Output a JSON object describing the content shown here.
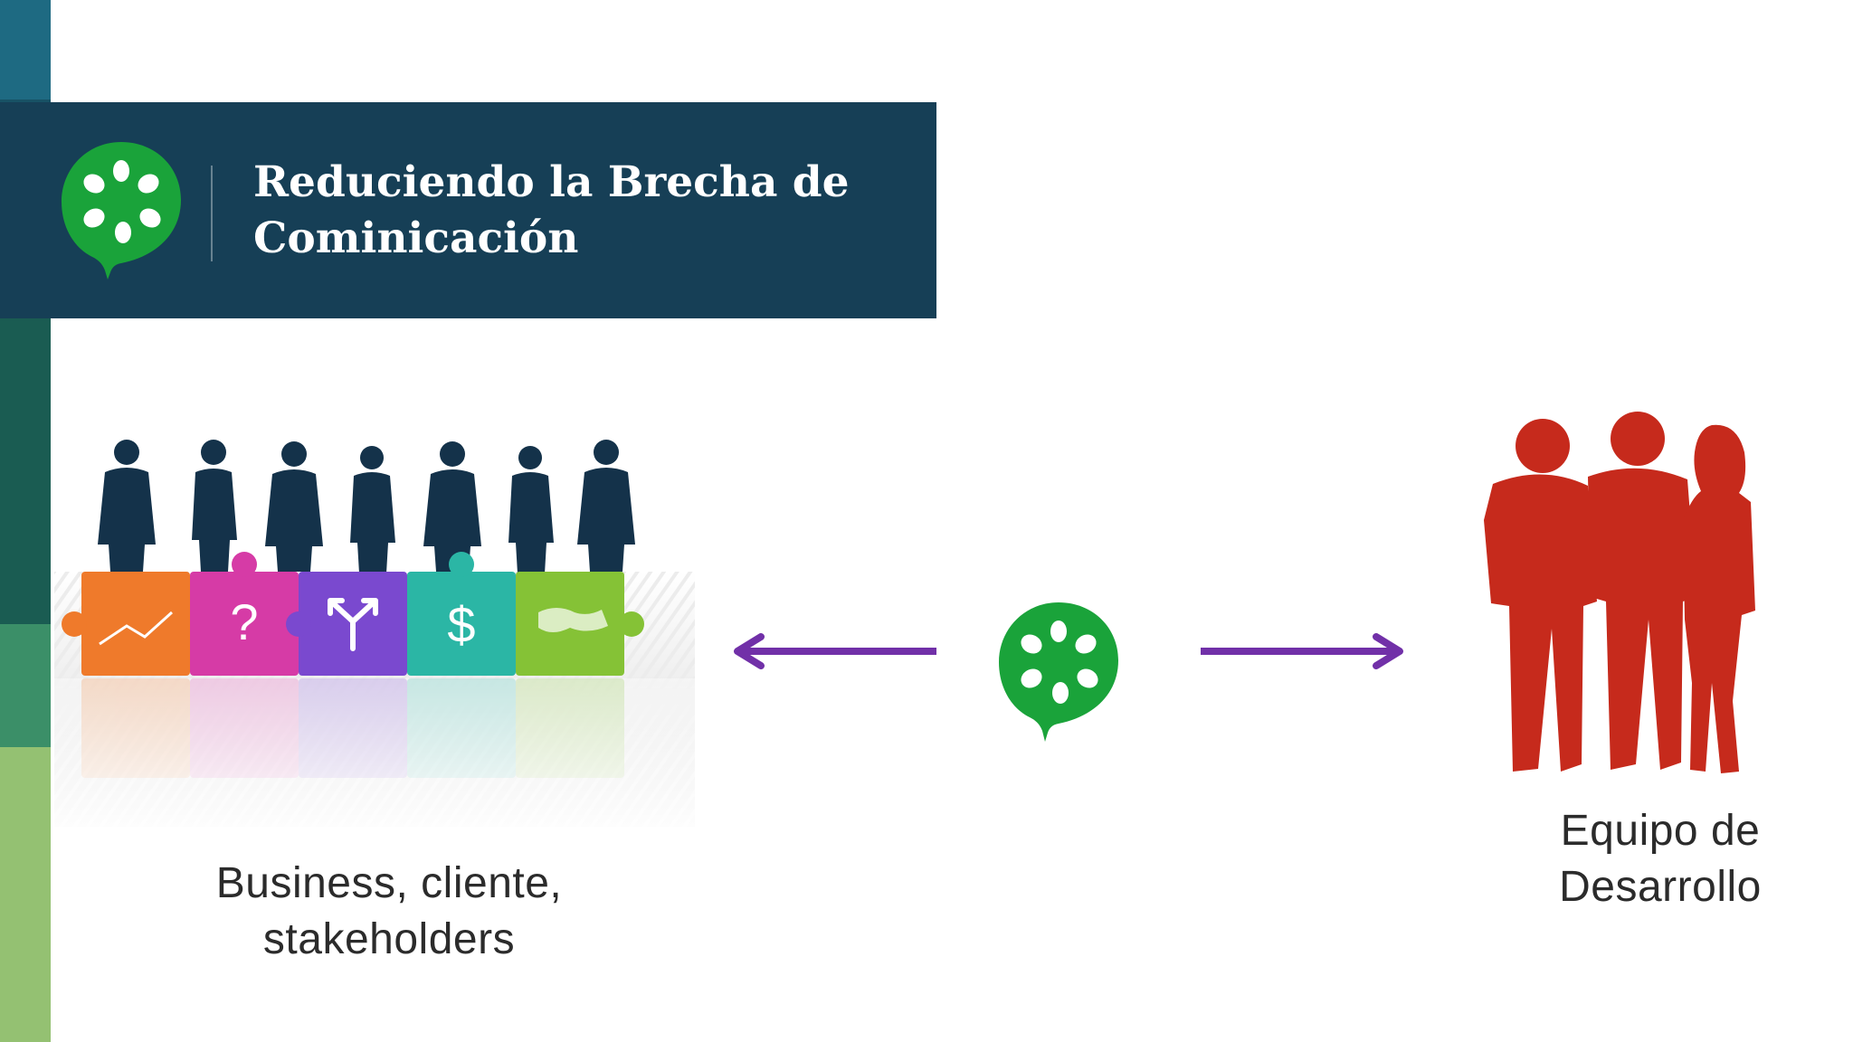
{
  "slide": {
    "title_line1": "Reduciendo la Brecha de",
    "title_line2": "Cominicación",
    "business_caption_line1": "Business, cliente,",
    "business_caption_line2": "stakeholders",
    "team_caption_line1": "Equipo de",
    "team_caption_line2": "Desarrollo",
    "puzzle_symbols": [
      "?",
      "$"
    ]
  },
  "colors": {
    "banner": "#163f56",
    "stripe_1": "#1e6a82",
    "stripe_2": "#185265",
    "stripe_3": "#1a5c52",
    "stripe_4": "#3b8f68",
    "stripe_5": "#94c172",
    "cucumber_green": "#1aa33a",
    "arrow_purple": "#7130a8",
    "team_red": "#c62a1c",
    "silhouette_navy": "#14324a",
    "piece_orange": "#ef7a2b",
    "piece_magenta": "#d63ba6",
    "piece_purple": "#7a49cf",
    "piece_teal": "#2bb6a5",
    "piece_lime": "#85c236"
  },
  "icons": {
    "logo": "cucumber-logo-icon",
    "arrow_left": "arrow-left-icon",
    "arrow_right": "arrow-right-icon"
  }
}
